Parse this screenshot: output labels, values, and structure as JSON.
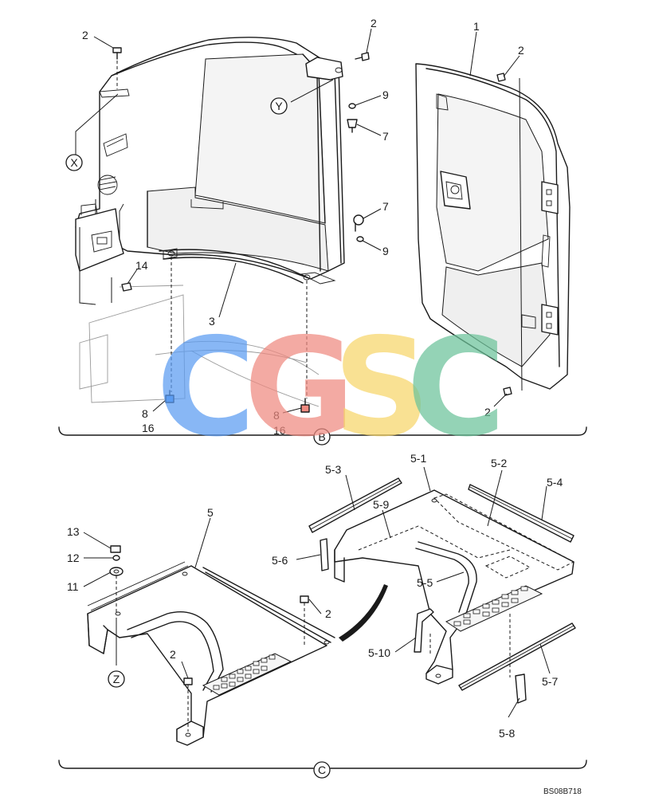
{
  "diagram": {
    "section_b": {
      "view_label": "B",
      "callouts": {
        "c1": "1",
        "c2a": "2",
        "c2b": "2",
        "c2c": "2",
        "c2d": "2",
        "c3": "3",
        "c7a": "7",
        "c7b": "7",
        "c9a": "9",
        "c9b": "9",
        "c14": "14",
        "c8a": "8",
        "c8b": "8",
        "c16a": "16",
        "c16b": "16"
      },
      "circled": {
        "x": "X",
        "y": "Y"
      }
    },
    "section_c": {
      "view_label": "C",
      "callouts": {
        "c5": "5",
        "c5_1": "5-1",
        "c5_2": "5-2",
        "c5_3": "5-3",
        "c5_4": "5-4",
        "c5_5": "5-5",
        "c5_6": "5-6",
        "c5_7": "5-7",
        "c5_8": "5-8",
        "c5_9": "5-9",
        "c5_10": "5-10",
        "c2e": "2",
        "c2f": "2",
        "c11": "11",
        "c12": "12",
        "c13": "13"
      },
      "circled": {
        "z": "Z"
      }
    },
    "watermark": {
      "letters": [
        "C",
        "G",
        "S",
        "C"
      ],
      "colors": [
        "#5b9cf2",
        "#ef8a80",
        "#f7d66a",
        "#6cc39a"
      ]
    },
    "drawing_code": "BS08B718"
  }
}
